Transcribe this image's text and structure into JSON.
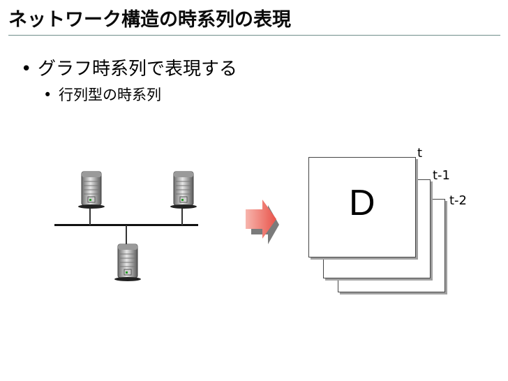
{
  "slide": {
    "title": "ネットワーク構造の時系列の表現",
    "bullets": [
      {
        "marker": "•",
        "text": "グラフ時系列で表現する"
      },
      {
        "marker": "•",
        "text": "行列型の時系列"
      }
    ]
  },
  "figure": {
    "matrix_letter": "D",
    "time_labels": [
      "t",
      "t-1",
      "t-2"
    ],
    "icons": {
      "servers": [
        "server-icon",
        "server-icon",
        "server-icon"
      ],
      "arrow": "right-arrow-icon"
    },
    "colors": {
      "title_rule": "#6f8e8a",
      "arrow_light": "#f7b5ad",
      "arrow_dark": "#e8534a",
      "arrow_shadow": "#7b7b7b"
    }
  }
}
